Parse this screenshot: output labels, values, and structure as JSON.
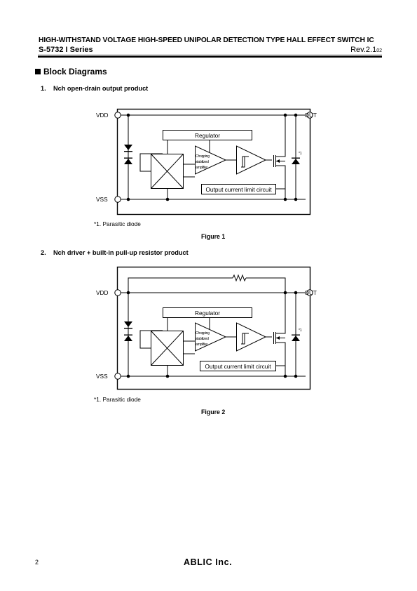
{
  "header": {
    "title": "HIGH-WITHSTAND VOLTAGE HIGH-SPEED UNIPOLAR DETECTION TYPE HALL EFFECT SWITCH IC",
    "series": "S-5732 I Series",
    "revision": "Rev.2.1",
    "revision_sub": "02"
  },
  "section": {
    "heading": "Block Diagrams"
  },
  "products": [
    {
      "number": "1.",
      "title": "Nch open-drain output product",
      "labels": {
        "vdd": "VDD",
        "vss": "VSS",
        "out": "OUT",
        "regulator": "Regulator",
        "amp_line1": "Chopping",
        "amp_line2": "stabilized",
        "amp_line3": "amplifier",
        "current_limit": "Output current limit circuit",
        "note_mark": "*1"
      },
      "note": "*1.  Parasitic diode",
      "caption": "Figure 1"
    },
    {
      "number": "2.",
      "title": "Nch driver + built-in pull-up resistor product",
      "labels": {
        "vdd": "VDD",
        "vss": "VSS",
        "out": "OUT",
        "regulator": "Regulator",
        "amp_line1": "Chopping",
        "amp_line2": "stabilized",
        "amp_line3": "amplifier",
        "current_limit": "Output current limit circuit",
        "note_mark": "*1"
      },
      "note": "*1.  Parasitic diode",
      "caption": "Figure 2"
    }
  ],
  "footer": {
    "page_number": "2",
    "company": "ABLIC Inc."
  }
}
